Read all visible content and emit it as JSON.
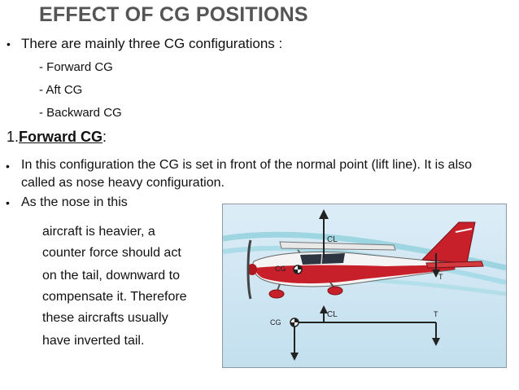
{
  "slide": {
    "title": "EFFECT OF CG POSITIONS",
    "intro_bullet": "There are mainly three CG configurations :",
    "configurations": [
      "- Forward CG",
      "- Aft CG",
      "- Backward CG"
    ],
    "section_number": "1.",
    "section_title": "Forward CG",
    "section_colon": ":",
    "bullet_1": "In this configuration the CG is set in front of the normal point (lift line). It is also called as nose heavy configuration.",
    "bullet_2_lines": [
      "As the nose in this",
      "aircraft  is heavier, a",
      "counter force should act",
      "on the tail, downward to",
      "compensate it. Therefore",
      "these aircrafts usually",
      "have inverted tail."
    ],
    "bullet_symbol": "•"
  },
  "figure": {
    "labels": {
      "cl_upper": "CL",
      "cg_upper": "CG",
      "t_upper": "T",
      "cg_lower": "CG",
      "cl_lower": "CL",
      "t_lower": "T"
    },
    "colors": {
      "background": "#cfe6f3",
      "fuselage_red": "#c8202a",
      "fuselage_white": "#f4f4f4",
      "airflow": "#8fd0dc",
      "arrow": "#222222"
    }
  }
}
